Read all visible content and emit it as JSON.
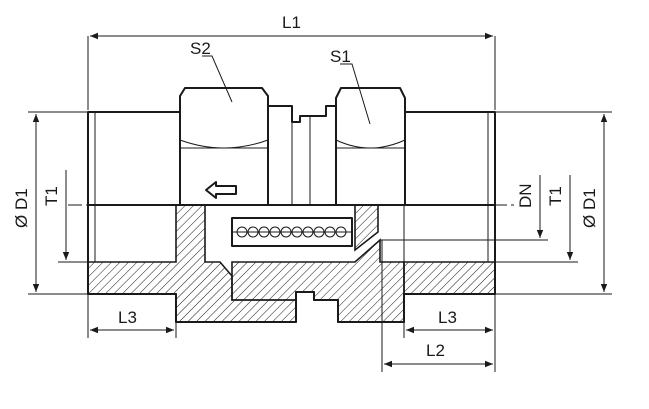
{
  "labels": {
    "l1": "L1",
    "s1": "S1",
    "s2": "S2",
    "l2": "L2",
    "l3_left": "L3",
    "l3_right": "L3",
    "od1_left": "Ø D1",
    "t1_left": "T1",
    "dn": "DN",
    "t1_right": "T1",
    "od1_right": "Ø D1"
  }
}
